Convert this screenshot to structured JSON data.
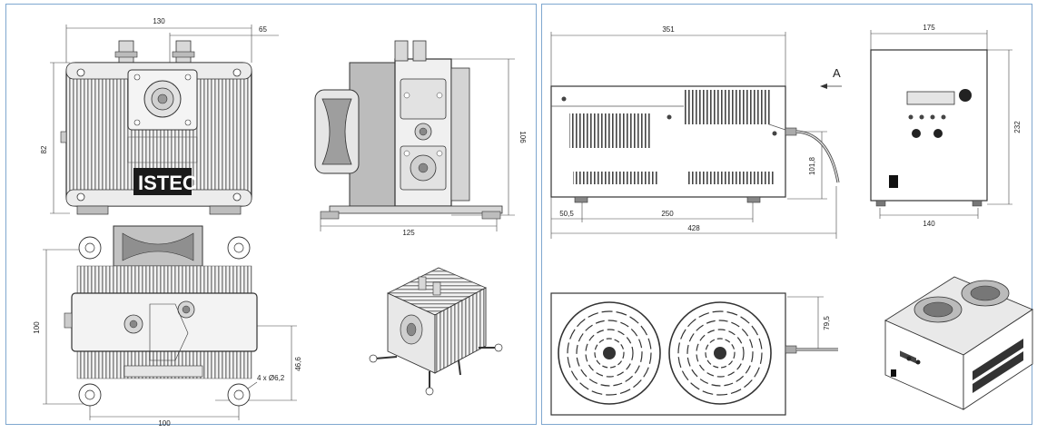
{
  "logo": {
    "text": "ISTEC"
  },
  "left_panel": {
    "front_view": {
      "width": "130",
      "offset_right": "65",
      "height": "82"
    },
    "side_view": {
      "height": "106",
      "base_width": "125"
    },
    "bottom_view": {
      "height": "100",
      "hole_offset": "46,6",
      "holes": "4 x Ø6,2",
      "hole_spacing": "100"
    }
  },
  "right_panel": {
    "side_view": {
      "top_length": "351",
      "cable_height": "101,8",
      "foot_offset": "50,5",
      "foot_spacing": "250",
      "total_length": "428",
      "view_arrow": "A"
    },
    "front_view": {
      "width": "175",
      "height": "232",
      "foot_spacing": "140"
    },
    "top_view": {
      "cable_offset": "79,5"
    }
  }
}
